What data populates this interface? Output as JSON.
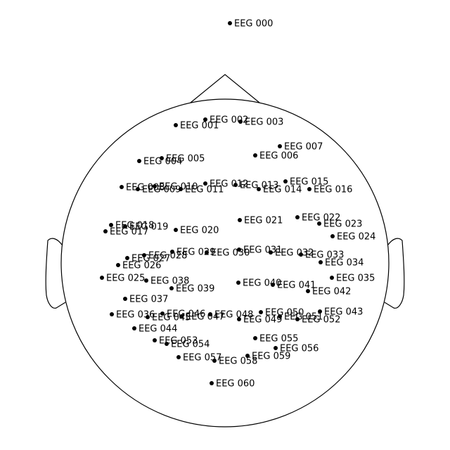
{
  "diagram": {
    "type": "eeg-sensor-montage",
    "colors": {
      "head_outline": "#000000",
      "sensor": "#000000",
      "label": "#000000",
      "background": "#ffffff"
    }
  },
  "sensors": [
    {
      "id": "000",
      "label": "EEG 000"
    },
    {
      "id": "001",
      "label": "EEG 001"
    },
    {
      "id": "002",
      "label": "EEG 002"
    },
    {
      "id": "003",
      "label": "EEG 003"
    },
    {
      "id": "004",
      "label": "EEG 004"
    },
    {
      "id": "005",
      "label": "EEG 005"
    },
    {
      "id": "006",
      "label": "EEG 006"
    },
    {
      "id": "007",
      "label": "EEG 007"
    },
    {
      "id": "008",
      "label": "EEG 008"
    },
    {
      "id": "009",
      "label": "EEG 009"
    },
    {
      "id": "010",
      "label": "EEG 010"
    },
    {
      "id": "011",
      "label": "EEG 011"
    },
    {
      "id": "012",
      "label": "EEG 012"
    },
    {
      "id": "013",
      "label": "EEG 013"
    },
    {
      "id": "014",
      "label": "EEG 014"
    },
    {
      "id": "015",
      "label": "EEG 015"
    },
    {
      "id": "016",
      "label": "EEG 016"
    },
    {
      "id": "017",
      "label": "EEG 017"
    },
    {
      "id": "018",
      "label": "EEG 018"
    },
    {
      "id": "019",
      "label": "EEG 019"
    },
    {
      "id": "020",
      "label": "EEG 020"
    },
    {
      "id": "021",
      "label": "EEG 021"
    },
    {
      "id": "022",
      "label": "EEG 022"
    },
    {
      "id": "023",
      "label": "EEG 023"
    },
    {
      "id": "024",
      "label": "EEG 024"
    },
    {
      "id": "025",
      "label": "EEG 025"
    },
    {
      "id": "026",
      "label": "EEG 026"
    },
    {
      "id": "027",
      "label": "EEG 027"
    },
    {
      "id": "028",
      "label": "EEG 028"
    },
    {
      "id": "029",
      "label": "EEG 029"
    },
    {
      "id": "030",
      "label": "EEG 030"
    },
    {
      "id": "031",
      "label": "EEG 031"
    },
    {
      "id": "032",
      "label": "EEG 032"
    },
    {
      "id": "033",
      "label": "EEG 033"
    },
    {
      "id": "034",
      "label": "EEG 034"
    },
    {
      "id": "035",
      "label": "EEG 035"
    },
    {
      "id": "036",
      "label": "EEG 036"
    },
    {
      "id": "037",
      "label": "EEG 037"
    },
    {
      "id": "038",
      "label": "EEG 038"
    },
    {
      "id": "039",
      "label": "EEG 039"
    },
    {
      "id": "040",
      "label": "EEG 040"
    },
    {
      "id": "041",
      "label": "EEG 041"
    },
    {
      "id": "042",
      "label": "EEG 042"
    },
    {
      "id": "043",
      "label": "EEG 043"
    },
    {
      "id": "044",
      "label": "EEG 044"
    },
    {
      "id": "045",
      "label": "EEG 045"
    },
    {
      "id": "046",
      "label": "EEG 046"
    },
    {
      "id": "047",
      "label": "EEG 047"
    },
    {
      "id": "048",
      "label": "EEG 048"
    },
    {
      "id": "049",
      "label": "EEG 049"
    },
    {
      "id": "050",
      "label": "EEG 050"
    },
    {
      "id": "051",
      "label": "EEG 051"
    },
    {
      "id": "052",
      "label": "EEG 052"
    },
    {
      "id": "053",
      "label": "EEG 053"
    },
    {
      "id": "054",
      "label": "EEG 054"
    },
    {
      "id": "055",
      "label": "EEG 055"
    },
    {
      "id": "056",
      "label": "EEG 056"
    },
    {
      "id": "057",
      "label": "EEG 057"
    },
    {
      "id": "058",
      "label": "EEG 058"
    },
    {
      "id": "059",
      "label": "EEG 059"
    },
    {
      "id": "060",
      "label": "EEG 060"
    }
  ]
}
